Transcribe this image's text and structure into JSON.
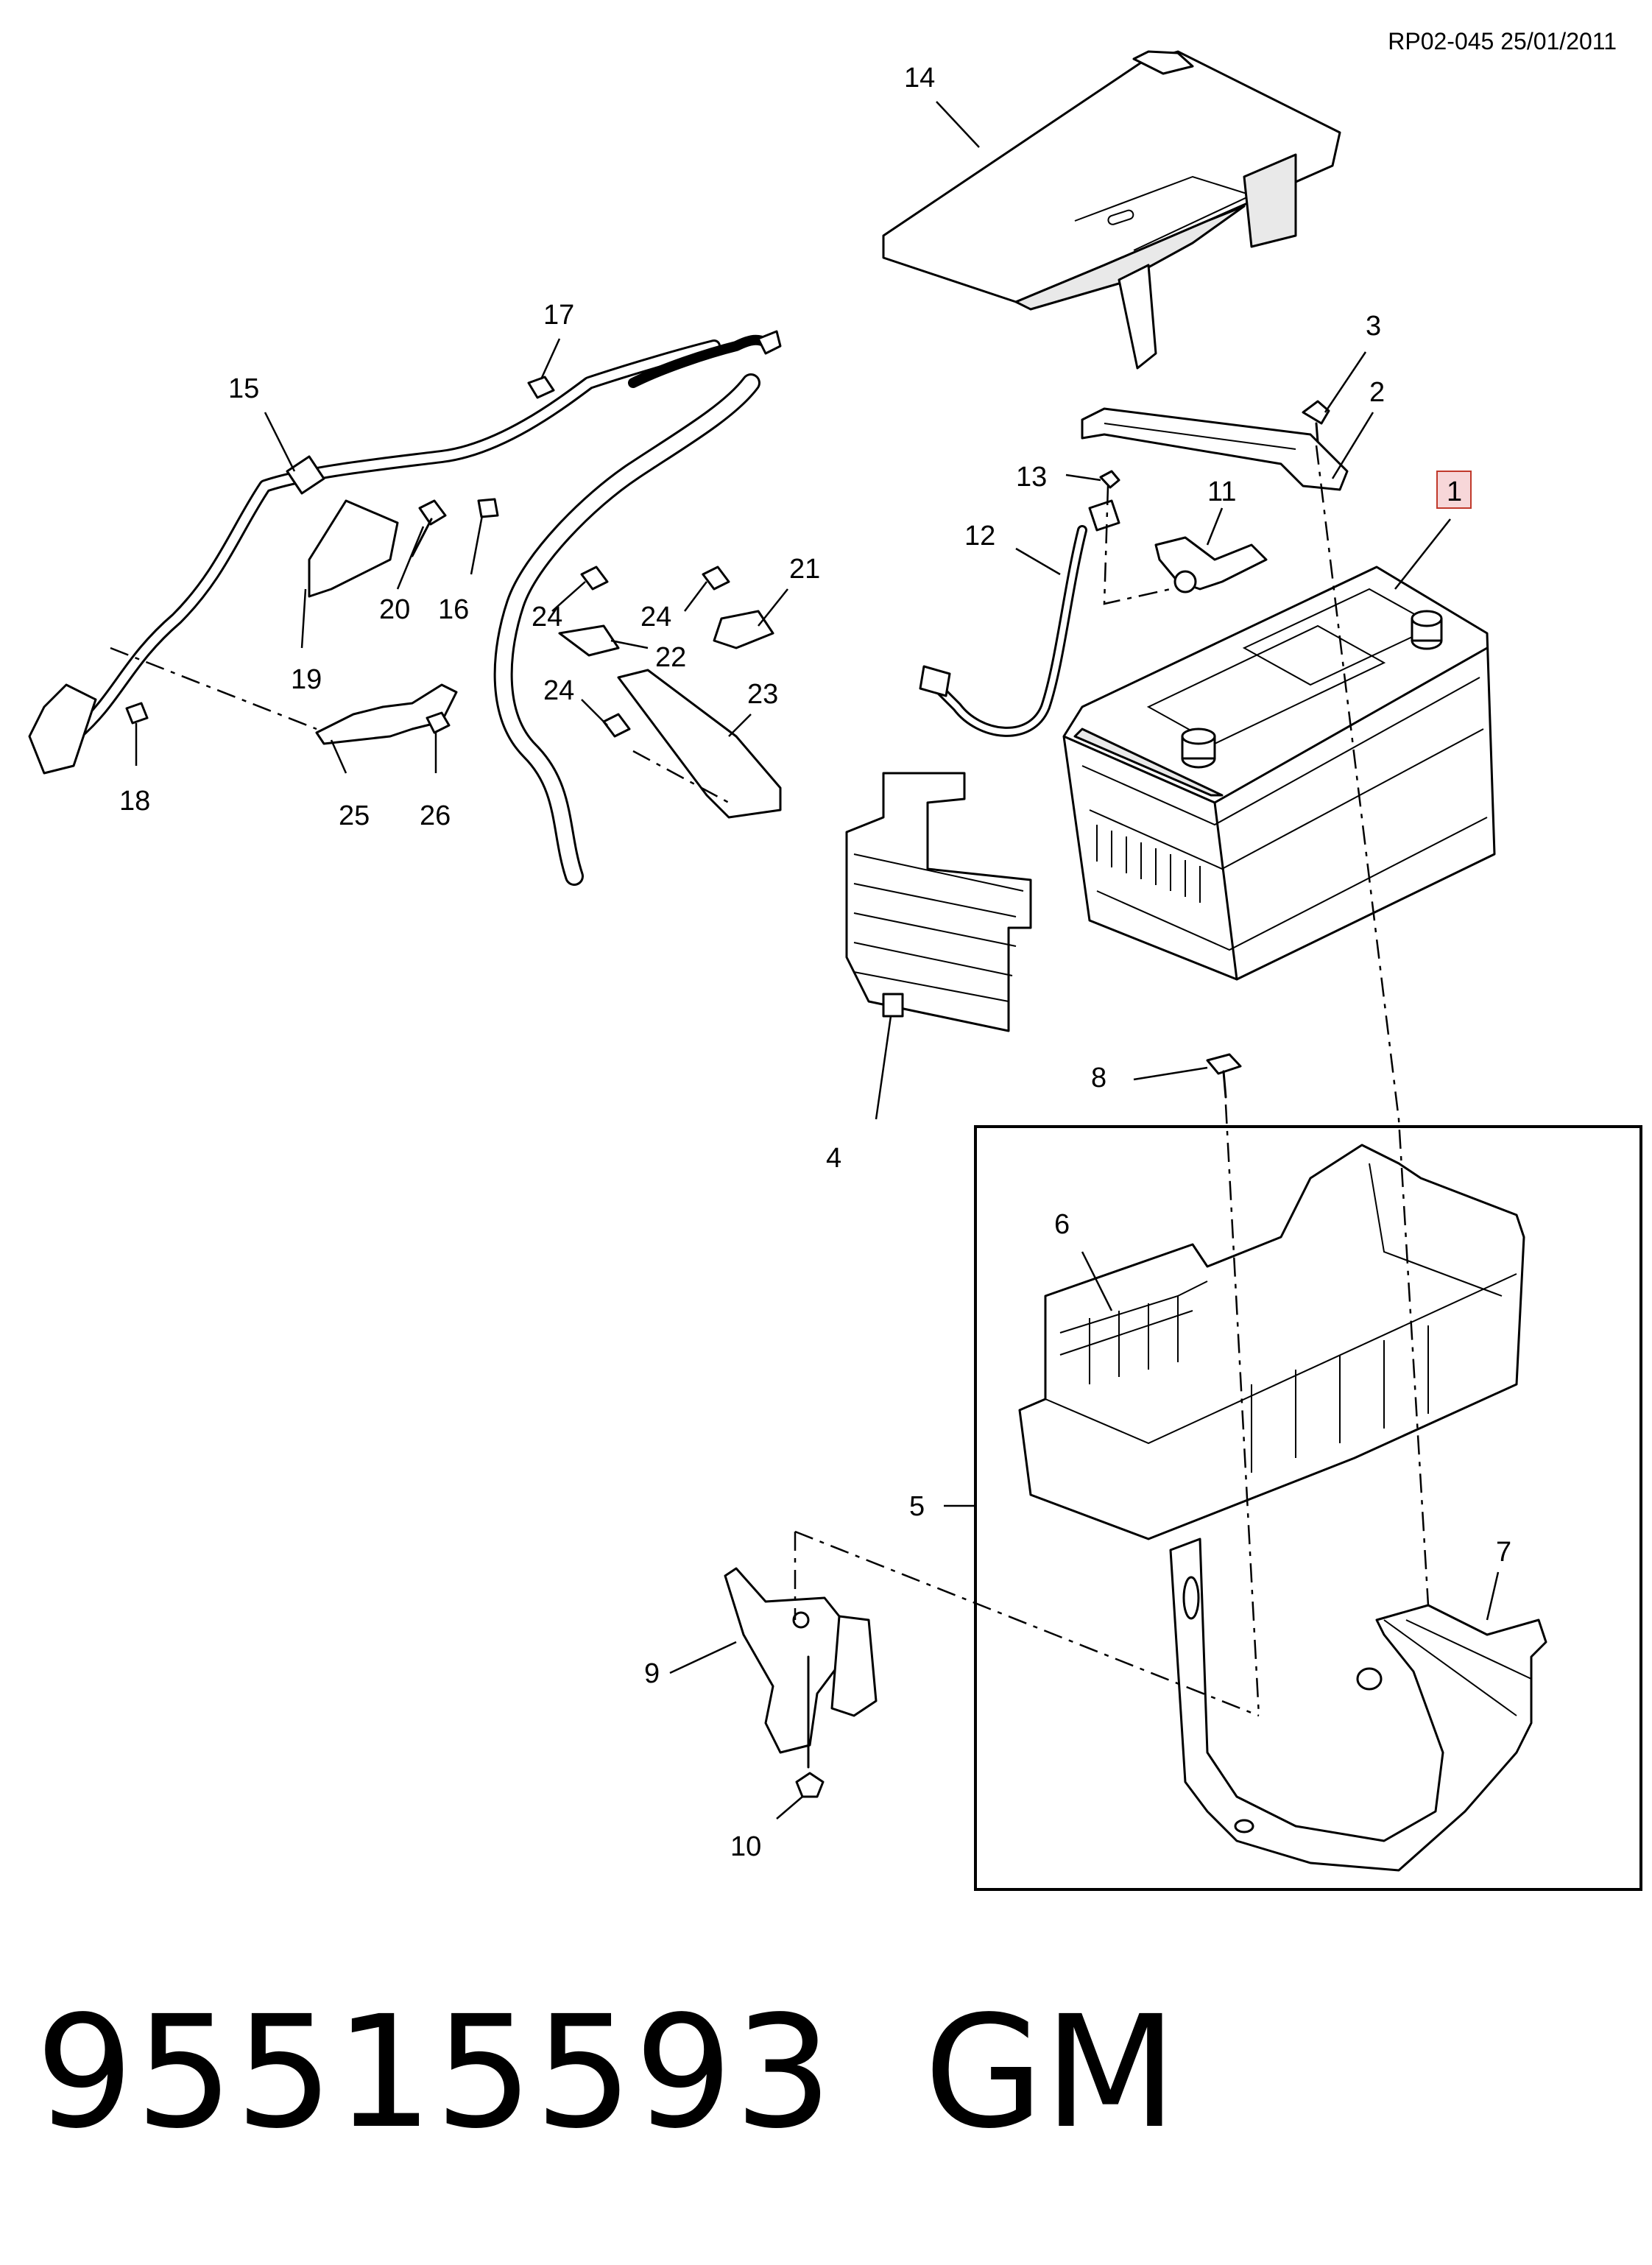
{
  "header": {
    "reference": "RP02-045 25/01/2011"
  },
  "footer": {
    "part_number": "95515593",
    "manufacturer": "GM"
  },
  "callouts": {
    "c1": "1",
    "c2": "2",
    "c3": "3",
    "c4": "4",
    "c5": "5",
    "c6": "6",
    "c7": "7",
    "c8": "8",
    "c9": "9",
    "c10": "10",
    "c11": "11",
    "c12": "12",
    "c13": "13",
    "c14": "14",
    "c15": "15",
    "c16": "16",
    "c17": "17",
    "c18": "18",
    "c19": "19",
    "c20": "20",
    "c21": "21",
    "c22": "22",
    "c23": "23",
    "c24a": "24",
    "c24b": "24",
    "c24c": "24",
    "c25": "25",
    "c26": "26"
  },
  "highlighted_callout": "1",
  "colors": {
    "highlight_fill": "#f7d7d9",
    "highlight_border": "#c0392b",
    "line": "#000000"
  }
}
